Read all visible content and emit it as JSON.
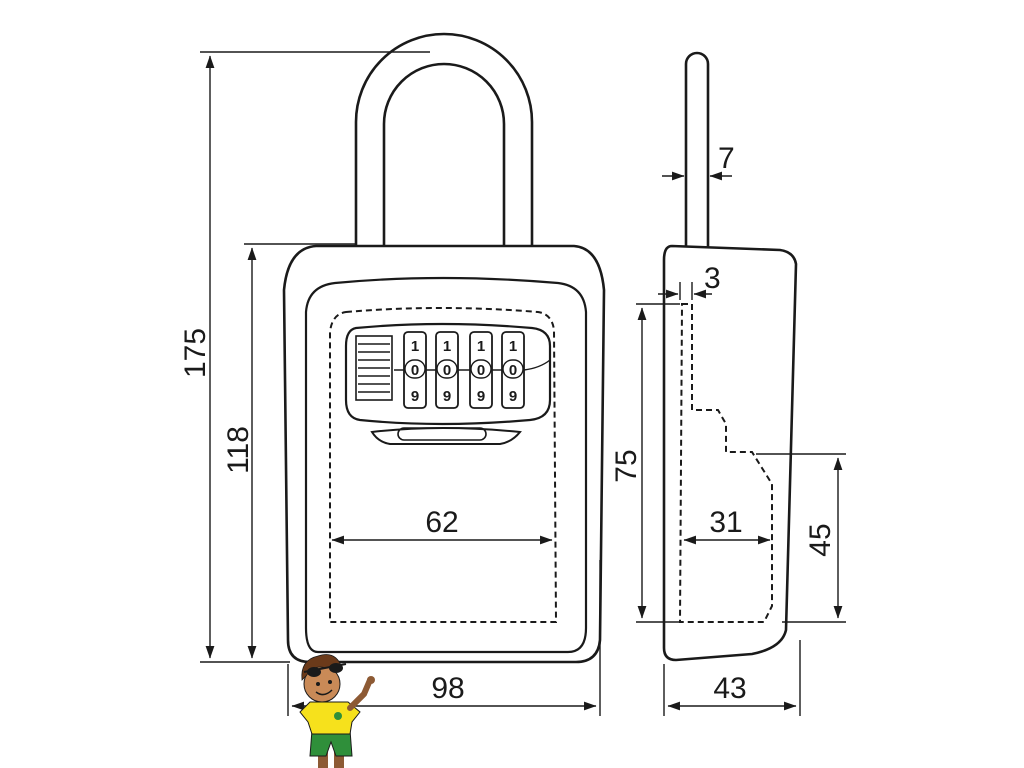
{
  "dimensions": {
    "total_height": "175",
    "body_height": "118",
    "inner_width": "62",
    "width": "98",
    "shackle_diameter": "7",
    "wall_thickness": "3",
    "inner_height": "75",
    "inner_depth": "31",
    "lower_height": "45",
    "depth": "43"
  },
  "dials": [
    {
      "top": "1",
      "mid": "0",
      "bottom": "9"
    },
    {
      "top": "1",
      "mid": "0",
      "bottom": "9"
    },
    {
      "top": "1",
      "mid": "0",
      "bottom": "9"
    },
    {
      "top": "1",
      "mid": "0",
      "bottom": "9"
    }
  ],
  "mascot": "cartoon-boy-logo"
}
